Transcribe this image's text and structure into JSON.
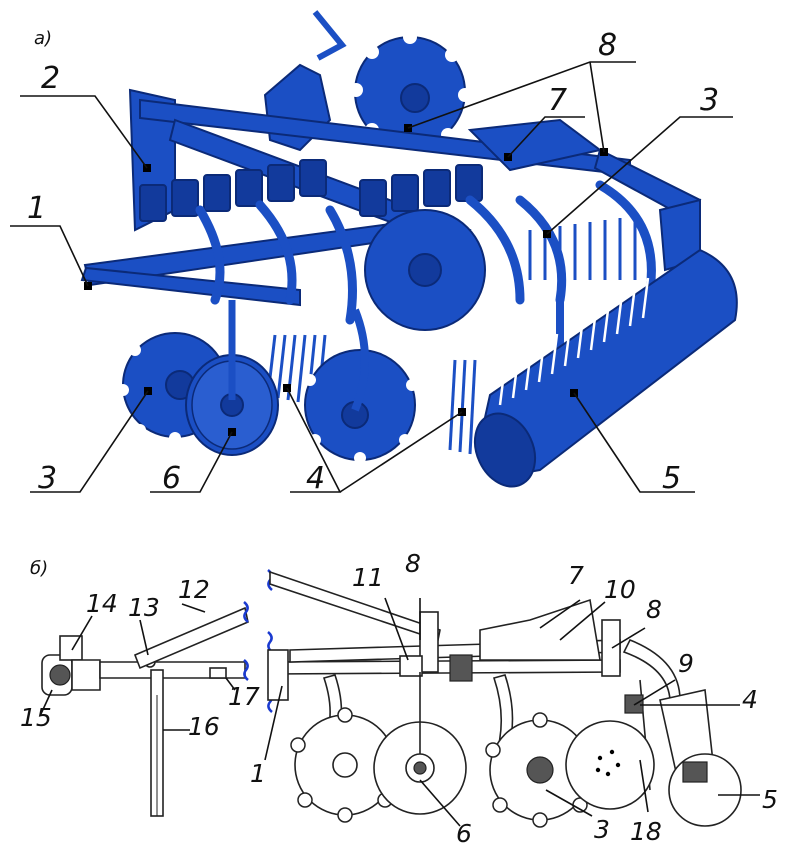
{
  "panels": {
    "a": {
      "label": "а)"
    },
    "b": {
      "label": "б)"
    }
  },
  "callouts_top": {
    "c1": "1",
    "c2": "2",
    "c3a": "3",
    "c3b": "3",
    "c4": "4",
    "c5": "5",
    "c6": "6",
    "c7": "7",
    "c8": "8"
  },
  "callouts_bottom": {
    "c1": "1",
    "c3": "3",
    "c4": "4",
    "c5": "5",
    "c6": "6",
    "c7": "7",
    "c8a": "8",
    "c8b": "8",
    "c9": "9",
    "c10": "10",
    "c11": "11",
    "c12": "12",
    "c13": "13",
    "c14": "14",
    "c15": "15",
    "c16": "16",
    "c17": "17",
    "c18": "18"
  },
  "colors": {
    "machine_blue": "#1b4fc4",
    "machine_dark": "#0b2a78",
    "line": "#222222"
  }
}
